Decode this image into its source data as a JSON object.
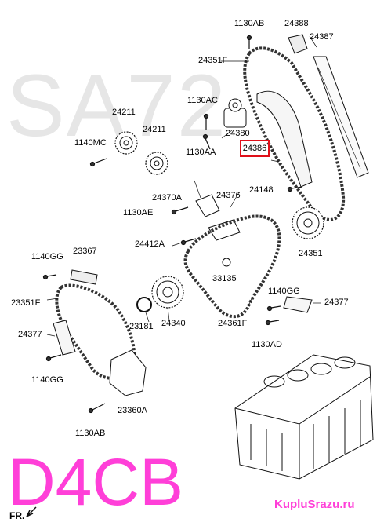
{
  "watermark": "SA72",
  "engine_code": "D4CB",
  "site": "KupluSrazu.ru",
  "direction_label": "FR.",
  "highlight_color": "#e0101a",
  "code_color": "#ff3fd8",
  "parts": {
    "p1130AB_top": "1130AB",
    "p24388": "24388",
    "p24387": "24387",
    "p24351F": "24351F",
    "p1130AC": "1130AC",
    "p24211_a": "24211",
    "p24211_b": "24211",
    "p24380": "24380",
    "p1140MC": "1140MC",
    "p1130AA": "1130AA",
    "p24386": "24386",
    "p24148": "24148",
    "p24370A": "24370A",
    "p24376": "24376",
    "p1130AE": "1130AE",
    "p24412A": "24412A",
    "p24351": "24351",
    "p1140GG_a": "1140GG",
    "p23367": "23367",
    "p33135": "33135",
    "p1140GG_b": "1140GG",
    "p24377_a": "24377",
    "p23351F": "23351F",
    "p23181": "23181",
    "p24340": "24340",
    "p24361F": "24361F",
    "p1130AD": "1130AD",
    "p24377_b": "24377",
    "p1140GG_c": "1140GG",
    "p23360A": "23360A",
    "p1130AB_bot": "1130AB"
  }
}
